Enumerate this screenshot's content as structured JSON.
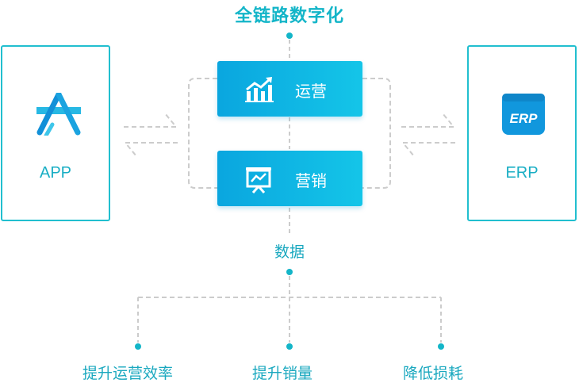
{
  "title": "全链路数字化",
  "left_system": {
    "label": "APP",
    "icon": "app-store-icon"
  },
  "right_system": {
    "label": "ERP",
    "icon": "erp-box-icon",
    "icon_text": "ERP"
  },
  "center_modules": [
    {
      "label": "运营",
      "icon": "growth-chart-icon"
    },
    {
      "label": "营销",
      "icon": "presentation-board-icon"
    }
  ],
  "data_label": "数据",
  "outcomes": [
    "提升运营效率",
    "提升销量",
    "降低损耗"
  ],
  "colors": {
    "accent": "#13b5c8",
    "button_start": "#0aa6df",
    "button_end": "#14c5e8",
    "line": "#cfcfcf"
  }
}
